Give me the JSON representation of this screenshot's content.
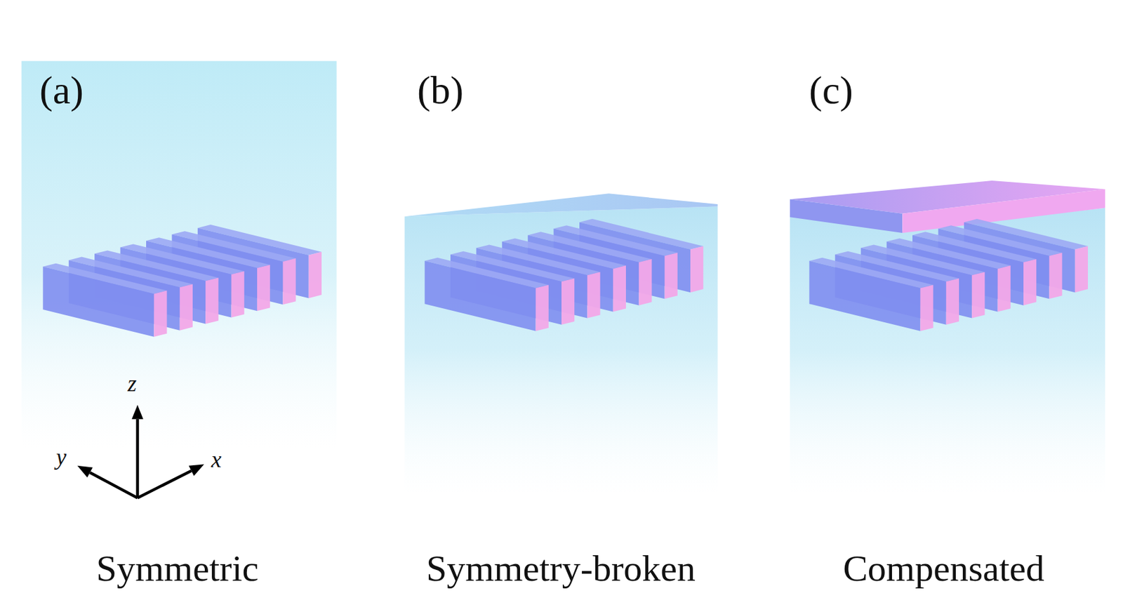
{
  "diagram": {
    "labels": [
      "(a)",
      "(b)",
      "(c)",
      "z",
      "y",
      "x",
      "Symmetric",
      "Symmetry-broken",
      "Compensated"
    ]
  }
}
